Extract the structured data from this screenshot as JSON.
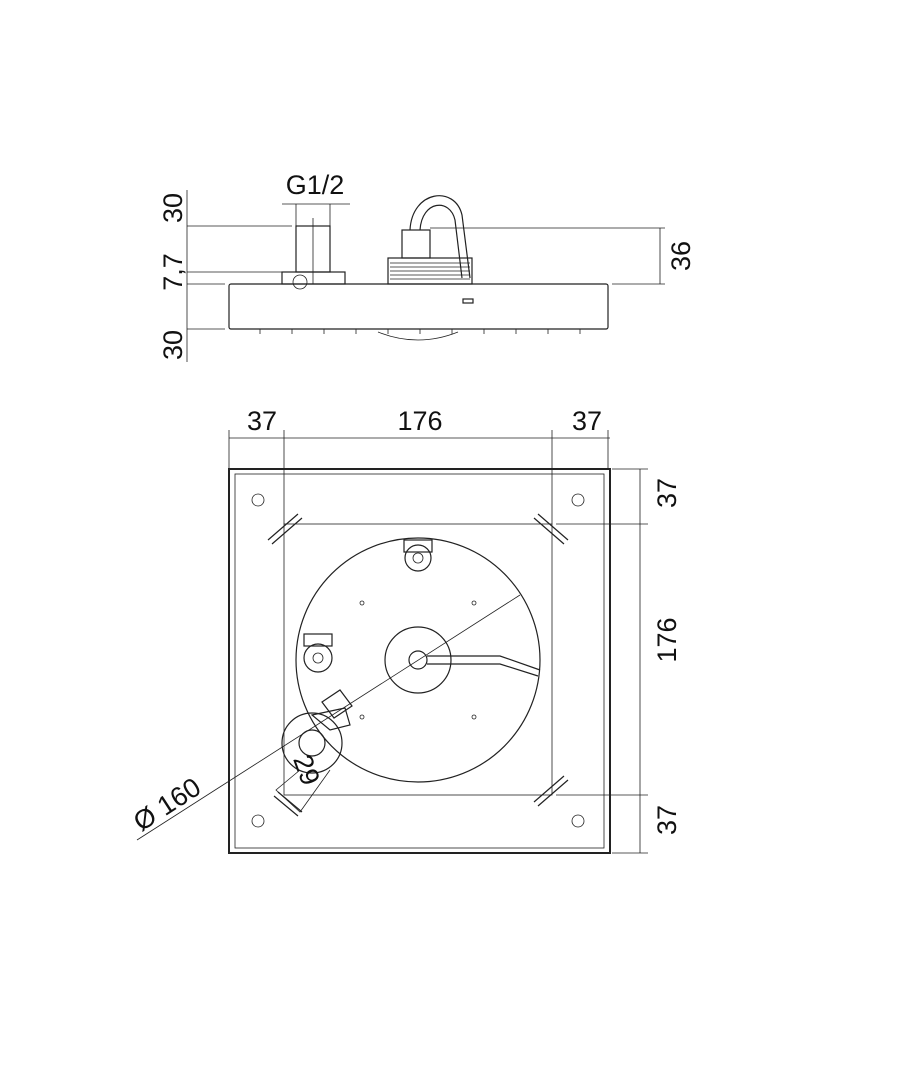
{
  "side_view": {
    "thread_label": "G1/2",
    "dim_top": "30",
    "dim_mid": "7,7",
    "dim_bottom": "30",
    "dim_right": "36"
  },
  "top_view": {
    "dim_top_left": "37",
    "dim_top_center": "176",
    "dim_top_right": "37",
    "dim_right_top": "37",
    "dim_right_center": "176",
    "dim_right_bottom": "37",
    "diameter_label": "Ø 160",
    "inlet_label": "29"
  },
  "colors": {
    "line": "#222222",
    "background": "#ffffff"
  }
}
